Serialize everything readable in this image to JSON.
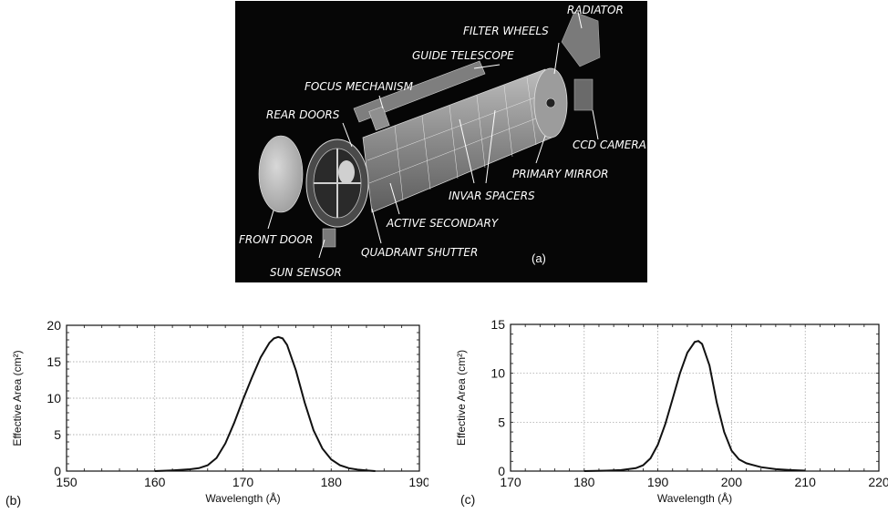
{
  "panel_a": {
    "tag": "(a)",
    "labels": {
      "radiator": "RADIATOR",
      "filter_wheels": "FILTER WHEELS",
      "guide_telescope": "GUIDE TELESCOPE",
      "focus_mechanism": "FOCUS MECHANISM",
      "rear_doors": "REAR DOORS",
      "ccd_camera": "CCD CAMERA",
      "primary_mirror": "PRIMARY MIRROR",
      "invar_spacers": "INVAR SPACERS",
      "active_secondary": "ACTIVE SECONDARY",
      "front_door": "FRONT DOOR",
      "quadrant_shutter": "QUADRANT SHUTTER",
      "sun_sensor": "SUN SENSOR"
    }
  },
  "panel_b": {
    "tag": "(b)"
  },
  "panel_c": {
    "tag": "(c)"
  },
  "chart_data": [
    {
      "type": "line",
      "panel": "(b)",
      "xlabel": "Wavelength (Å)",
      "ylabel": "Effective Area (cm²)",
      "xlim": [
        150,
        190
      ],
      "ylim": [
        0,
        20
      ],
      "xticks": [
        "150",
        "160",
        "170",
        "180",
        "190"
      ],
      "yticks": [
        "0",
        "5",
        "10",
        "15",
        "20"
      ],
      "grid": true,
      "series": [
        {
          "x": [
            160,
            162,
            164,
            165,
            166,
            167,
            168,
            169,
            170,
            171,
            172,
            173,
            173.5,
            174,
            174.5,
            175,
            176,
            177,
            178,
            179,
            180,
            181,
            182,
            183,
            184,
            185
          ],
          "y": [
            0,
            0.1,
            0.25,
            0.4,
            0.8,
            1.8,
            3.8,
            6.6,
            9.8,
            12.8,
            15.6,
            17.6,
            18.2,
            18.4,
            18.2,
            17.3,
            13.8,
            9.4,
            5.6,
            3.1,
            1.6,
            0.8,
            0.4,
            0.2,
            0.1,
            0.0
          ]
        }
      ]
    },
    {
      "type": "line",
      "panel": "(c)",
      "xlabel": "Wavelength (Å)",
      "ylabel": "Effective Area (cm²)",
      "xlim": [
        170,
        220
      ],
      "ylim": [
        0,
        15
      ],
      "xticks": [
        "170",
        "180",
        "190",
        "200",
        "210",
        "220"
      ],
      "yticks": [
        "0",
        "5",
        "10",
        "15"
      ],
      "grid": true,
      "series": [
        {
          "x": [
            180,
            183,
            185,
            187,
            188,
            189,
            190,
            191,
            192,
            193,
            194,
            195,
            195.5,
            196,
            197,
            198,
            199,
            200,
            201,
            202,
            204,
            206,
            208,
            210
          ],
          "y": [
            0,
            0.05,
            0.1,
            0.3,
            0.6,
            1.3,
            2.7,
            4.8,
            7.4,
            10.0,
            12.1,
            13.2,
            13.3,
            13.0,
            10.8,
            7.0,
            4.0,
            2.1,
            1.2,
            0.8,
            0.4,
            0.2,
            0.1,
            0.05
          ]
        }
      ]
    }
  ]
}
